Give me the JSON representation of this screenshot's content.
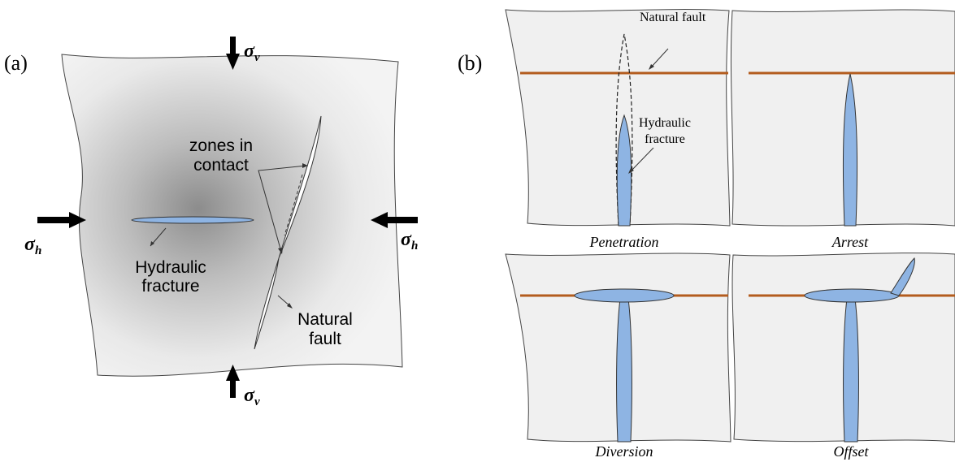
{
  "panel_a": {
    "label": "(a)",
    "sigma_symbol": "σ",
    "sigma_v_sub": "v",
    "sigma_h_sub": "h",
    "zones_label_1": "zones in",
    "zones_label_2": "contact",
    "hf_label_1": "Hydraulic",
    "hf_label_2": "fracture",
    "nf_label_1": "Natural",
    "nf_label_2": "fault"
  },
  "panel_b": {
    "label": "(b)",
    "natural_fault_label": "Natural fault",
    "hf_label_1": "Hydraulic",
    "hf_label_2": "fracture",
    "captions": {
      "penetration": "Penetration",
      "arrest": "Arrest",
      "diversion": "Diversion",
      "offset": "Offset"
    }
  },
  "colors": {
    "rock": "#f0f0f0",
    "fracture": "#8eb4e3",
    "fault_line": "#b35c1e",
    "outline": "#333333"
  }
}
